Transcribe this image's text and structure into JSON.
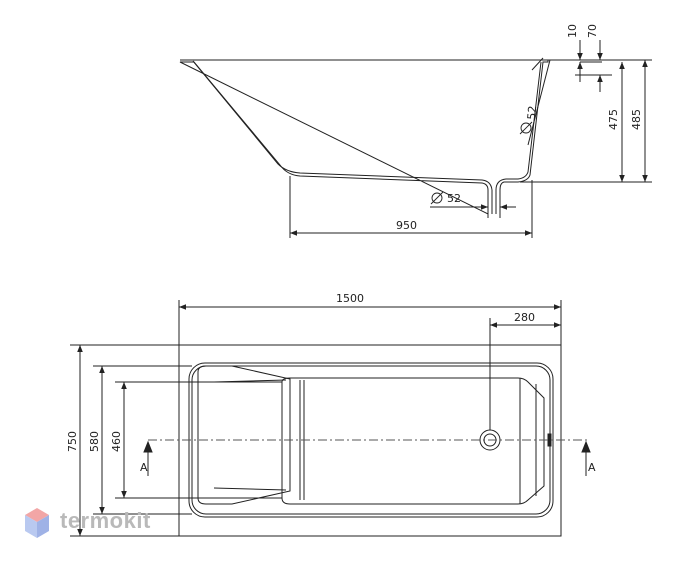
{
  "side_view": {
    "dim_depth_outer": "485",
    "dim_depth_inner": "475",
    "dim_rim_70": "70",
    "dim_rim_10": "10",
    "dim_overflow_dia": "52",
    "dim_drain_dia": "52",
    "dim_bottom_length": "950"
  },
  "top_view": {
    "dim_length": "1500",
    "dim_drain_offset": "280",
    "dim_width": "750",
    "dim_inner_width": "580",
    "dim_bottom_width": "460",
    "section_left": "A",
    "section_right": "A"
  },
  "watermark": {
    "brand": "termokit",
    "colors": {
      "top": "#f2a6a6",
      "left": "#b9c9f0",
      "right": "#9fb2e6"
    }
  },
  "colors": {
    "line": "#222222",
    "dash": "#555555"
  }
}
